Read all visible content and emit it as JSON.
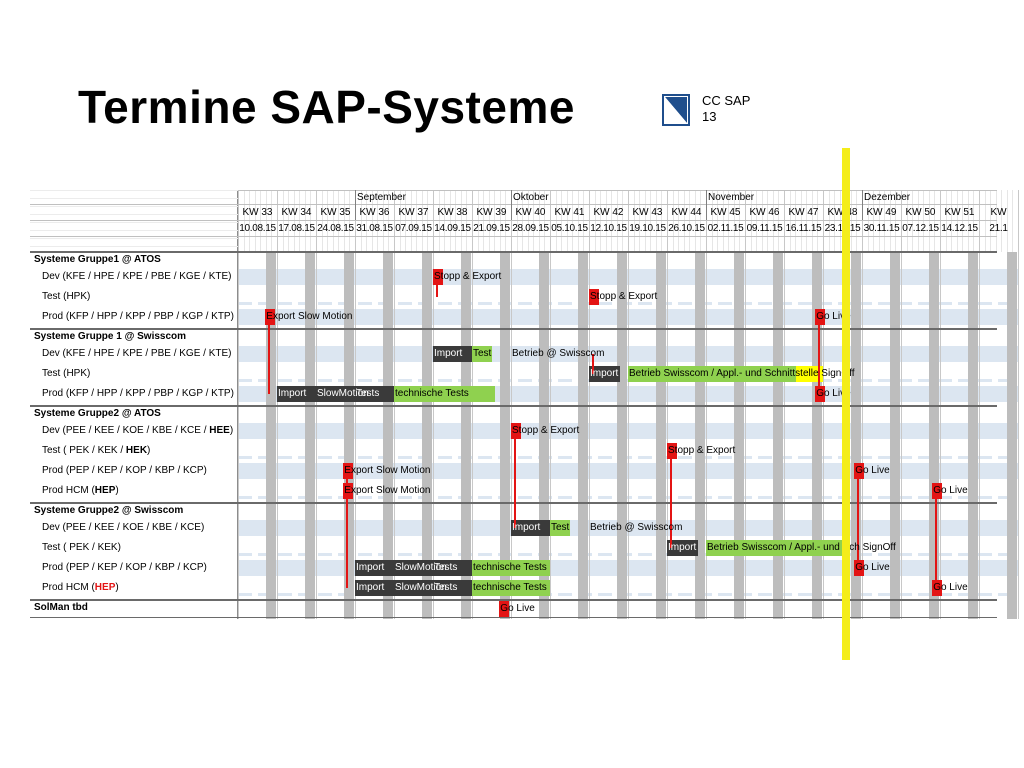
{
  "title": "Termine SAP-Systeme",
  "logo": {
    "line1": "CC SAP",
    "line2": "13",
    "icon": "cc-sap-logo-icon"
  },
  "colors": {
    "red": "#e31414",
    "dark": "#3a3a3a",
    "green": "#8fd14f",
    "blue": "#dce6f1",
    "gray": "#bdbdbd",
    "yellow": "#f4ed1a",
    "signoff_yellow": "#ffff00"
  },
  "months": [
    {
      "label": "September",
      "start": 3
    },
    {
      "label": "Oktober",
      "start": 7
    },
    {
      "label": "November",
      "start": 12
    },
    {
      "label": "Dezember",
      "start": 16
    }
  ],
  "weeks": [
    "KW 33",
    "KW 34",
    "KW 35",
    "KW 36",
    "KW 37",
    "KW 38",
    "KW 39",
    "KW 40",
    "KW 41",
    "KW 42",
    "KW 43",
    "KW 44",
    "KW 45",
    "KW 46",
    "KW 47",
    "KW 48",
    "KW 49",
    "KW 50",
    "KW 51",
    "KW"
  ],
  "dates": [
    "10.08.15",
    "17.08.15",
    "24.08.15",
    "31.08.15",
    "07.09.15",
    "14.09.15",
    "21.09.15",
    "28.09.15",
    "05.10.15",
    "12.10.15",
    "19.10.15",
    "26.10.15",
    "02.11.15",
    "09.11.15",
    "16.11.15",
    "23.11.15",
    "30.11.15",
    "07.12.15",
    "14.12.15",
    "21.1"
  ],
  "groups": [
    {
      "title": "Systeme Gruppe1 @ ATOS",
      "rows": [
        {
          "label": [
            {
              "t": "Dev  (KFE / HPE / KPE / PBE / KGE / KTE)"
            }
          ],
          "bg": "blue",
          "dashes": false,
          "blocks": [],
          "items": [
            {
              "w": 5.0,
              "type": "red",
              "text": "Stopp & Export"
            }
          ]
        },
        {
          "label": [
            {
              "t": "Test (HPK)"
            }
          ],
          "bg": "white",
          "dashes": true,
          "blocks": [],
          "items": [
            {
              "w": 9.0,
              "type": "red",
              "text": "Stopp & Export"
            }
          ]
        },
        {
          "label": [
            {
              "t": "Prod (KFP / HPP / KPP / PBP / KGP / KTP)"
            }
          ],
          "bg": "blue",
          "dashes": false,
          "blocks": [],
          "items": [
            {
              "w": 0.7,
              "type": "red",
              "text": "Export Slow Motion"
            },
            {
              "w": 14.8,
              "type": "red",
              "text": "Go Live"
            }
          ]
        }
      ]
    },
    {
      "title": "Systeme Gruppe 1 @ Swisscom",
      "rows": [
        {
          "label": [
            {
              "t": "Dev  (KFE / HPE / KPE / PBE / KGE / KTE)"
            }
          ],
          "bg": "blue",
          "dashes": false,
          "blocks": [
            {
              "w0": 5.0,
              "w1": 6.0,
              "type": "dark"
            },
            {
              "w0": 6.0,
              "w1": 6.5,
              "type": "green"
            }
          ],
          "items": [
            {
              "w": 5.0,
              "type": "none",
              "text": "Import",
              "color": "white"
            },
            {
              "w": 6.0,
              "type": "none",
              "text": "Test"
            },
            {
              "w": 7.0,
              "type": "none",
              "text": "Betrieb @ Swisscom"
            }
          ]
        },
        {
          "label": [
            {
              "t": "Test (HPK)"
            }
          ],
          "bg": "white",
          "dashes": true,
          "blocks": [
            {
              "w0": 9.0,
              "w1": 9.8,
              "type": "dark"
            },
            {
              "w0": 10.0,
              "w1": 14.3,
              "type": "green"
            },
            {
              "w0": 14.3,
              "w1": 15.0,
              "type": "signoff"
            }
          ],
          "items": [
            {
              "w": 9.0,
              "type": "none",
              "text": "Import",
              "color": "white"
            },
            {
              "w": 10.0,
              "type": "none",
              "text": "Betrieb Swisscom / Appl.- und Schnittstelle SignOff"
            }
          ]
        },
        {
          "label": [
            {
              "t": "Prod (KFP / HPP / KPP / PBP / KGP / KTP)"
            }
          ],
          "bg": "blue",
          "dashes": false,
          "blocks": [
            {
              "w0": 1.0,
              "w1": 4.0,
              "type": "dark"
            },
            {
              "w0": 4.0,
              "w1": 6.6,
              "type": "green"
            }
          ],
          "items": [
            {
              "w": 1.0,
              "type": "none",
              "text": "Import",
              "color": "white"
            },
            {
              "w": 2.0,
              "type": "none",
              "text": "SlowMotion",
              "color": "white"
            },
            {
              "w": 3.0,
              "type": "none",
              "text": "Tests",
              "color": "white"
            },
            {
              "w": 4.0,
              "type": "none",
              "text": "technische Tests"
            },
            {
              "w": 14.8,
              "type": "red",
              "text": "Go Live"
            }
          ]
        }
      ]
    },
    {
      "title": "Systeme Gruppe2 @ ATOS",
      "rows": [
        {
          "label": [
            {
              "t": "Dev (PEE / KEE / KOE / KBE / KCE / "
            },
            {
              "t": "HEE",
              "b": true
            },
            {
              "t": ")"
            }
          ],
          "bg": "blue",
          "dashes": false,
          "blocks": [],
          "items": [
            {
              "w": 7.0,
              "type": "red",
              "text": "Stopp & Export"
            }
          ]
        },
        {
          "label": [
            {
              "t": "Test ( PEK / KEK / "
            },
            {
              "t": "HEK",
              "b": true
            },
            {
              "t": ")"
            }
          ],
          "bg": "white",
          "dashes": true,
          "blocks": [],
          "items": [
            {
              "w": 11.0,
              "type": "red",
              "text": "Stopp & Export"
            }
          ]
        },
        {
          "label": [
            {
              "t": "Prod (PEP / KEP / KOP / KBP / KCP)"
            }
          ],
          "bg": "blue",
          "dashes": false,
          "blocks": [],
          "items": [
            {
              "w": 2.7,
              "type": "red",
              "text": "Export Slow Motion"
            },
            {
              "w": 15.8,
              "type": "red",
              "text": "Go Live"
            }
          ]
        },
        {
          "label": [
            {
              "t": "Prod HCM ("
            },
            {
              "t": "HEP",
              "b": true
            },
            {
              "t": ")"
            }
          ],
          "bg": "white",
          "dashes": true,
          "blocks": [],
          "items": [
            {
              "w": 2.7,
              "type": "red",
              "text": "Export Slow Motion"
            },
            {
              "w": 17.8,
              "type": "red",
              "text": "Go Live"
            }
          ]
        }
      ]
    },
    {
      "title": "Systeme Gruppe2 @ Swisscom",
      "rows": [
        {
          "label": [
            {
              "t": "Dev (PEE / KEE / KOE / KBE / KCE)"
            }
          ],
          "bg": "blue",
          "dashes": false,
          "blocks": [
            {
              "w0": 7.0,
              "w1": 8.0,
              "type": "dark"
            },
            {
              "w0": 8.0,
              "w1": 8.5,
              "type": "green"
            }
          ],
          "items": [
            {
              "w": 7.0,
              "type": "none",
              "text": "Import",
              "color": "white"
            },
            {
              "w": 8.0,
              "type": "none",
              "text": "Test"
            },
            {
              "w": 9.0,
              "type": "none",
              "text": "Betrieb @ Swisscom"
            }
          ]
        },
        {
          "label": [
            {
              "t": "Test ( PEK / KEK)"
            }
          ],
          "bg": "white",
          "dashes": true,
          "blocks": [
            {
              "w0": 11.0,
              "w1": 11.8,
              "type": "dark"
            },
            {
              "w0": 12.0,
              "w1": 15.6,
              "type": "green"
            }
          ],
          "items": [
            {
              "w": 11.0,
              "type": "none",
              "text": "Import",
              "color": "white"
            },
            {
              "w": 12.0,
              "type": "none",
              "text": "Betrieb Swisscom / Appl.- und Sch SignOff"
            }
          ]
        },
        {
          "label": [
            {
              "t": "Prod (PEP / KEP / KOP / KBP / KCP)"
            }
          ],
          "bg": "blue",
          "dashes": false,
          "blocks": [
            {
              "w0": 3.0,
              "w1": 6.0,
              "type": "dark"
            },
            {
              "w0": 6.0,
              "w1": 8.0,
              "type": "green"
            }
          ],
          "items": [
            {
              "w": 3.0,
              "type": "none",
              "text": "Import",
              "color": "white"
            },
            {
              "w": 4.0,
              "type": "none",
              "text": "SlowMotion",
              "color": "white"
            },
            {
              "w": 5.0,
              "type": "none",
              "text": "Tests",
              "color": "white"
            },
            {
              "w": 6.0,
              "type": "none",
              "text": "technische Tests"
            },
            {
              "w": 15.8,
              "type": "red",
              "text": "Go Live"
            }
          ]
        },
        {
          "label": [
            {
              "t": "Prod HCM ("
            },
            {
              "t": "HEP",
              "b": true,
              "c": "red"
            },
            {
              "t": ")"
            }
          ],
          "bg": "white",
          "dashes": true,
          "blocks": [
            {
              "w0": 3.0,
              "w1": 6.0,
              "type": "dark"
            },
            {
              "w0": 6.0,
              "w1": 8.0,
              "type": "green"
            }
          ],
          "items": [
            {
              "w": 3.0,
              "type": "none",
              "text": "Import",
              "color": "white"
            },
            {
              "w": 4.0,
              "type": "none",
              "text": "SlowMotion",
              "color": "white"
            },
            {
              "w": 5.0,
              "type": "none",
              "text": "Tests",
              "color": "white"
            },
            {
              "w": 6.0,
              "type": "none",
              "text": "technische Tests"
            },
            {
              "w": 17.8,
              "type": "red",
              "text": "Go Live"
            }
          ]
        }
      ]
    },
    {
      "title": "SolMan tbd",
      "rows": [],
      "title_items": [
        {
          "w": 6.7,
          "type": "red",
          "text": "Go Live"
        }
      ]
    }
  ],
  "connectors": [
    {
      "w": 5.0,
      "from": [
        0,
        0
      ],
      "to": [
        0,
        1
      ]
    },
    {
      "w": 9.0,
      "from": [
        1,
        0
      ],
      "to": [
        1,
        1
      ]
    },
    {
      "w": 0.7,
      "from": [
        0,
        2
      ],
      "to": [
        1,
        2
      ]
    },
    {
      "w": 14.8,
      "from": [
        0,
        2
      ],
      "to": [
        1,
        2
      ]
    },
    {
      "w": 7.0,
      "from": [
        2,
        0
      ],
      "to": [
        3,
        0
      ]
    },
    {
      "w": 11.0,
      "from": [
        2,
        1
      ],
      "to": [
        3,
        1
      ]
    },
    {
      "w": 2.7,
      "from": [
        2,
        2
      ],
      "to": [
        3,
        3
      ]
    },
    {
      "w": 15.8,
      "from": [
        2,
        2
      ],
      "to": [
        3,
        2
      ]
    },
    {
      "w": 17.8,
      "from": [
        2,
        3
      ],
      "to": [
        3,
        3
      ]
    }
  ]
}
